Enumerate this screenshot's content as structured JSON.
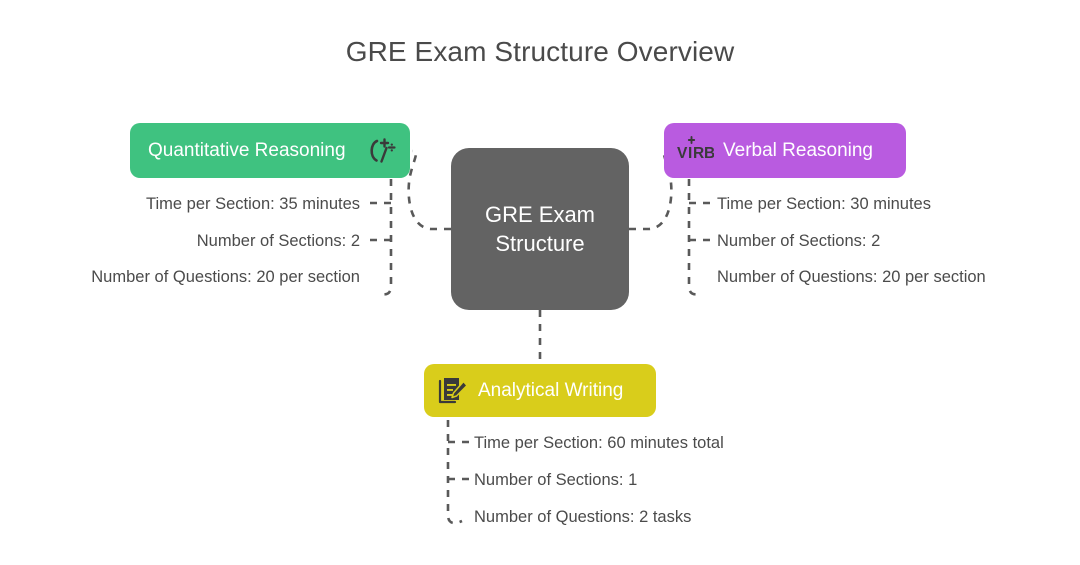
{
  "title": "GRE Exam Structure Overview",
  "center": {
    "label": "GRE Exam Structure",
    "color": "#636363"
  },
  "branches": [
    {
      "id": "quantitative",
      "label": "Quantitative Reasoning",
      "color": "#3FC280",
      "icon": "math-operations-icon",
      "icon_side": "right",
      "details": [
        "Time per Section: 35 minutes",
        "Number of Sections: 2",
        "Number of Questions: 20 per section"
      ]
    },
    {
      "id": "verbal",
      "label": "Verbal Reasoning",
      "color": "#B95BE0",
      "icon": "verb-text-icon",
      "icon_side": "left",
      "details": [
        "Time per Section: 30 minutes",
        "Number of Sections: 2",
        "Number of Questions: 20 per section"
      ]
    },
    {
      "id": "analytical-writing",
      "label": "Analytical Writing",
      "color": "#D9CD1B",
      "icon": "document-pen-icon",
      "icon_side": "left",
      "details": [
        "Time per Section: 60 minutes total",
        "Number of Sections: 1",
        "Number of Questions: 2 tasks"
      ]
    }
  ],
  "colors": {
    "background": "#FFFFFF",
    "title_text": "#4A4A4A",
    "detail_text": "#4B4B4B",
    "connector": "#595959",
    "node_text": "#FFFFFF"
  }
}
